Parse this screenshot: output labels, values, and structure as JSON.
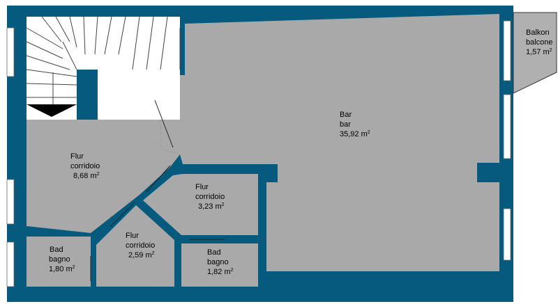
{
  "rooms": [
    {
      "id": "bar",
      "name_de": "Bar",
      "name_it": "bar",
      "area": "35,92 m",
      "unit_sup": "2"
    },
    {
      "id": "balcony",
      "name_de": "Balkon",
      "name_it": "balcone",
      "area": "1,57 m",
      "unit_sup": "2"
    },
    {
      "id": "hall-1",
      "name_de": "Flur",
      "name_it": "corridoio",
      "area": "8,68 m",
      "unit_sup": "2"
    },
    {
      "id": "hall-2",
      "name_de": "Flur",
      "name_it": "corridoio",
      "area": "3,23 m",
      "unit_sup": "2"
    },
    {
      "id": "hall-3",
      "name_de": "Flur",
      "name_it": "corridoio",
      "area": "2,59 m",
      "unit_sup": "2"
    },
    {
      "id": "bath-1",
      "name_de": "Bad",
      "name_it": "bagno",
      "area": "1,80 m",
      "unit_sup": "2"
    },
    {
      "id": "bath-2",
      "name_de": "Bad",
      "name_it": "bagno",
      "area": "1,82 m",
      "unit_sup": "2"
    }
  ],
  "colors": {
    "wall": "#065a7e",
    "floor": "#a9a9a9",
    "window": "#ffffff",
    "balcony": "#b0b0b0"
  }
}
